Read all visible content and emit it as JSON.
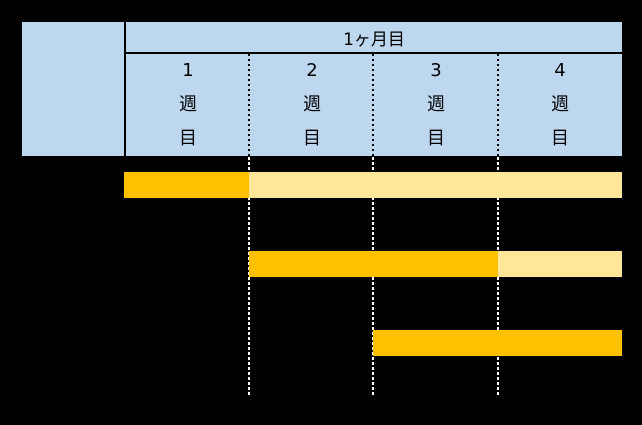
{
  "colors": {
    "background": "#000000",
    "header_bg": "#BDD7EE",
    "header_line": "#000000",
    "gridline": "#FFFFFF",
    "bar_active": "#FFC000",
    "bar_planned": "#FFE699"
  },
  "table": {
    "month_header": "1ヶ月目",
    "week_headers": [
      {
        "line1": "1",
        "line2": "週",
        "line3": "目"
      },
      {
        "line1": "2",
        "line2": "週",
        "line3": "目"
      },
      {
        "line1": "3",
        "line2": "週",
        "line3": "目"
      },
      {
        "line1": "4",
        "line2": "週",
        "line3": "目"
      }
    ]
  },
  "chart_data": {
    "type": "bar",
    "subtype": "gantt",
    "title": "",
    "month": "1ヶ月目",
    "week_labels": [
      "1週目",
      "2週目",
      "3週目",
      "4週目"
    ],
    "weeks_total": 4,
    "grid": "dotted-vertical-week-lines",
    "legend_position": "none",
    "rows": [
      {
        "segments": [
          {
            "from_week": 1,
            "to_week": 1,
            "shade": "solid"
          },
          {
            "from_week": 2,
            "to_week": 4,
            "shade": "light"
          }
        ]
      },
      {
        "segments": [
          {
            "from_week": 2,
            "to_week": 3,
            "shade": "solid"
          },
          {
            "from_week": 4,
            "to_week": 4,
            "shade": "light"
          }
        ]
      },
      {
        "segments": [
          {
            "from_week": 3,
            "to_week": 4,
            "shade": "solid"
          }
        ]
      }
    ]
  }
}
